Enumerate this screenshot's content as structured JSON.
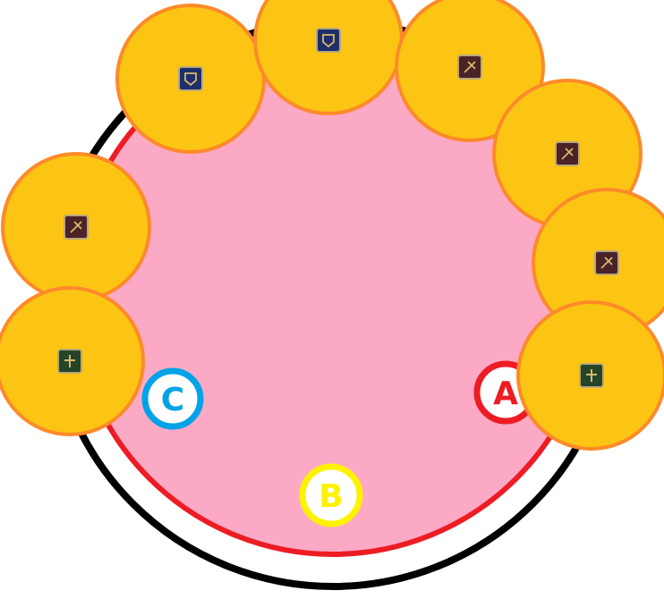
{
  "arena": {
    "outer_ring_color": "#000000",
    "inner_ring_color": "#ed1c24",
    "floor_color": "#fca9c6"
  },
  "waymarks": [
    {
      "label": "A",
      "color": "#ed1c24"
    },
    {
      "label": "B",
      "color": "#fff200"
    },
    {
      "label": "C",
      "color": "#00a2e8"
    }
  ],
  "aoe": {
    "fill": "#fdc513",
    "stroke": "#fd8a2a"
  },
  "players": [
    {
      "icon": "tank-icon",
      "role": "tank",
      "color": "#1f2f6b"
    },
    {
      "icon": "tank-icon",
      "role": "tank",
      "color": "#1f2f6b"
    },
    {
      "icon": "dps-icon",
      "role": "dps",
      "color": "#4a2228"
    },
    {
      "icon": "dps-icon",
      "role": "dps",
      "color": "#4a2228"
    },
    {
      "icon": "dps-icon",
      "role": "dps",
      "color": "#4a2228"
    },
    {
      "icon": "healer-icon",
      "role": "healer",
      "color": "#24452a"
    },
    {
      "icon": "dps-icon",
      "role": "dps",
      "color": "#4a2228"
    },
    {
      "icon": "healer-icon",
      "role": "healer",
      "color": "#24452a"
    }
  ]
}
